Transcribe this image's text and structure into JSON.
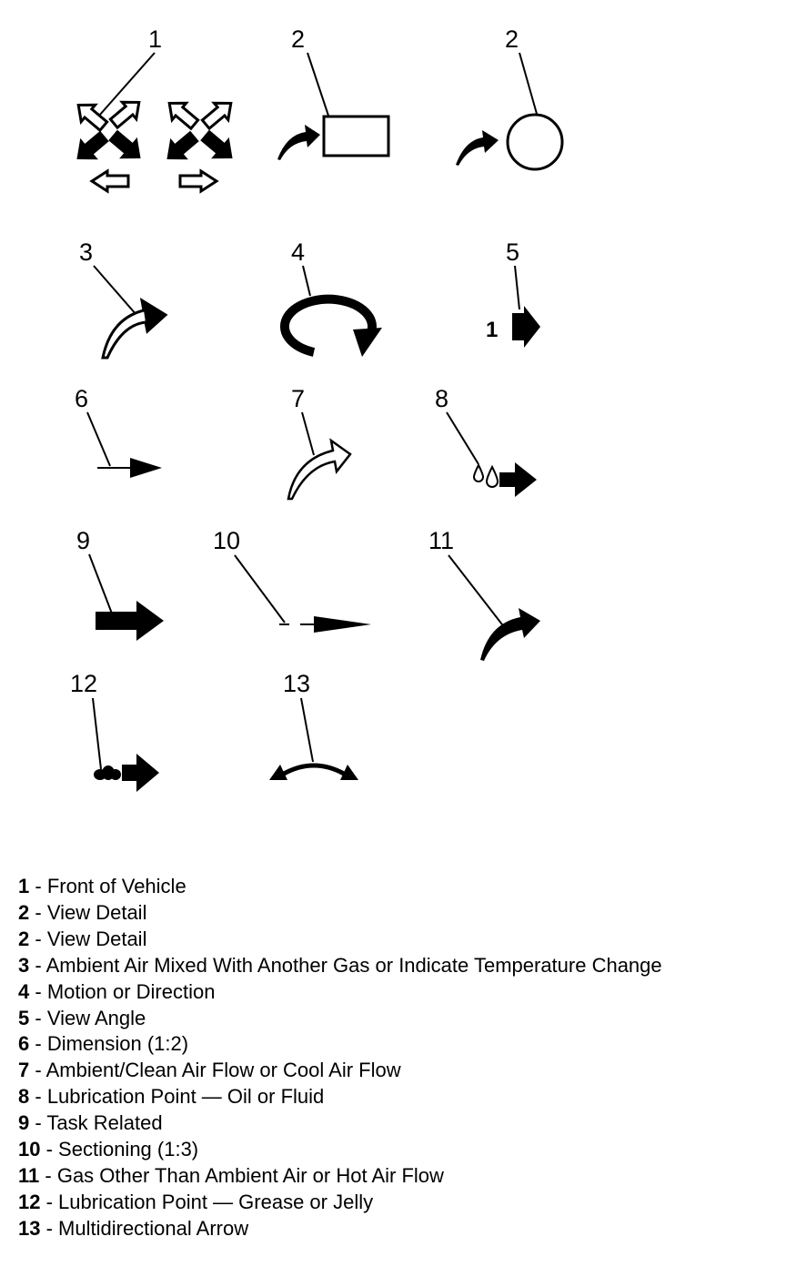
{
  "symbols": [
    {
      "number": "1",
      "label": "Front of Vehicle",
      "icon": "front-of-vehicle-arrows"
    },
    {
      "number": "2",
      "label": "View Detail",
      "icon": "view-detail-rectangle"
    },
    {
      "number": "2",
      "label": "View Detail",
      "icon": "view-detail-circle"
    },
    {
      "number": "3",
      "label": "Ambient Air Mixed With Another Gas or Indicate Temperature Change",
      "icon": "mixed-air-arrow"
    },
    {
      "number": "4",
      "label": "Motion or Direction",
      "icon": "rotation-arrow"
    },
    {
      "number": "5",
      "label": "View Angle",
      "icon": "view-angle-arrow",
      "inner_label": "1"
    },
    {
      "number": "6",
      "label": "Dimension (1:2)",
      "icon": "dimension-arrow"
    },
    {
      "number": "7",
      "label": "Ambient/Clean Air Flow or Cool Air Flow",
      "icon": "clean-air-arrow"
    },
    {
      "number": "8",
      "label": "Lubrication Point — Oil or Fluid",
      "icon": "oil-drops-arrow"
    },
    {
      "number": "9",
      "label": "Task Related",
      "icon": "task-arrow"
    },
    {
      "number": "10",
      "label": "Sectioning (1:3)",
      "icon": "sectioning-arrow"
    },
    {
      "number": "11",
      "label": "Gas Other Than Ambient Air or Hot Air Flow",
      "icon": "hot-air-arrow"
    },
    {
      "number": "12",
      "label": "Lubrication Point — Grease or Jelly",
      "icon": "grease-arrow"
    },
    {
      "number": "13",
      "label": "Multidirectional Arrow",
      "icon": "multidirectional-arrow"
    }
  ],
  "legend_separator": " - "
}
